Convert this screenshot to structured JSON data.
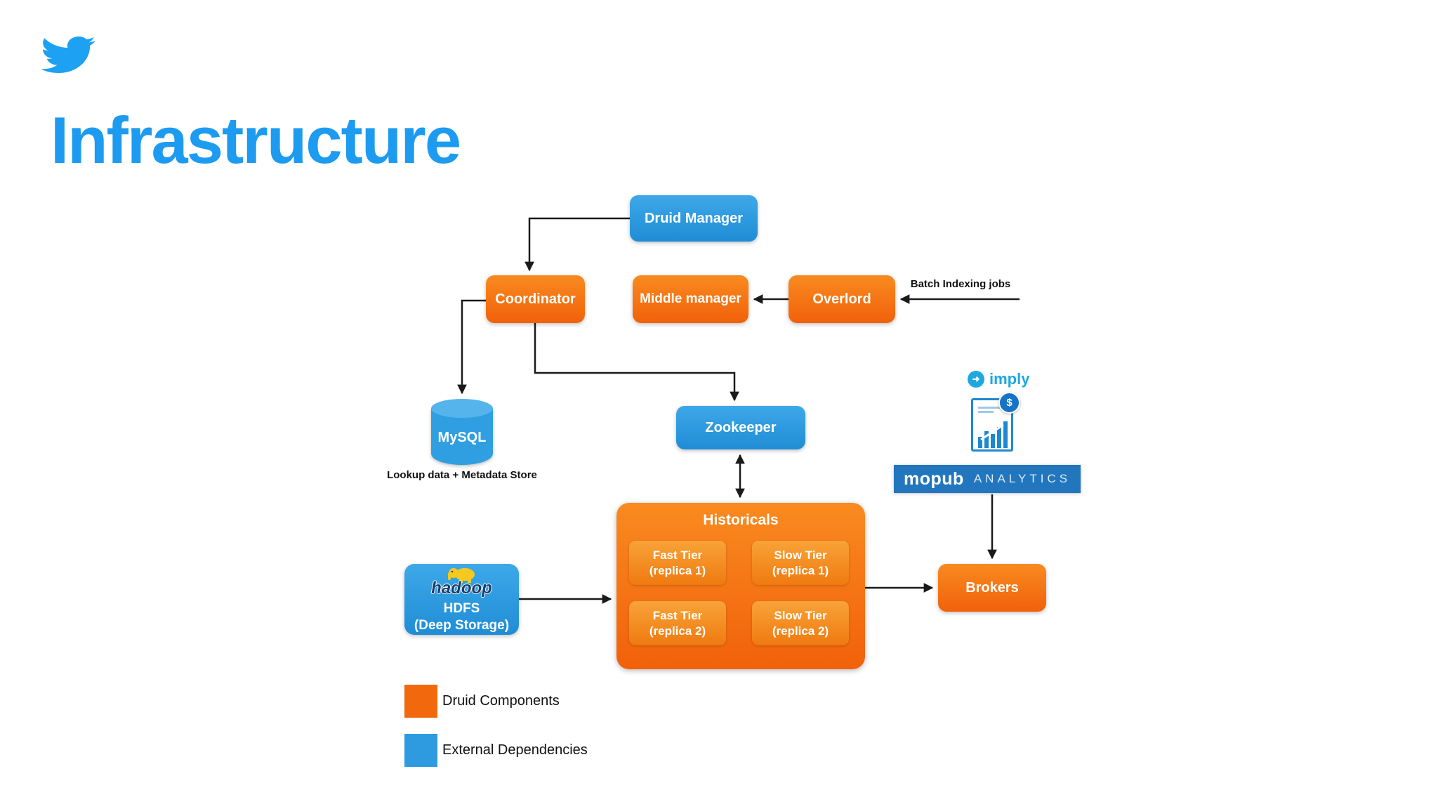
{
  "slide": {
    "title": "Infrastructure"
  },
  "nodes": {
    "druid_manager": {
      "label": "Druid Manager"
    },
    "coordinator": {
      "label": "Coordinator"
    },
    "middle_manager": {
      "label": "Middle manager"
    },
    "overlord": {
      "label": "Overlord"
    },
    "mysql": {
      "label": "MySQL",
      "caption": "Lookup data + Metadata Store"
    },
    "zookeeper": {
      "label": "Zookeeper"
    },
    "historicals": {
      "label": "Historicals",
      "tiers": [
        {
          "line1": "Fast Tier",
          "line2": "(replica 1)"
        },
        {
          "line1": "Slow Tier",
          "line2": "(replica 1)"
        },
        {
          "line1": "Fast Tier",
          "line2": "(replica 2)"
        },
        {
          "line1": "Slow Tier",
          "line2": "(replica 2)"
        }
      ]
    },
    "hdfs": {
      "logo": "hadoop",
      "line1": "HDFS",
      "line2": "(Deep Storage)"
    },
    "brokers": {
      "label": "Brokers"
    }
  },
  "annotations": {
    "batch_indexing": "Batch Indexing jobs"
  },
  "logos": {
    "imply": "imply",
    "mopub": "mopub",
    "mopub_suffix": "ANALYTICS",
    "coin_symbol": "$"
  },
  "legend": [
    {
      "label": "Druid Components",
      "color": "#F2690D"
    },
    {
      "label": "External Dependencies",
      "color": "#2E9BE0"
    }
  ],
  "colors": {
    "druid_component_orange": "#F2690D",
    "external_dependency_blue": "#2E9BE0",
    "title_blue": "#1D9BF0",
    "twitter_blue": "#1DA1F2",
    "arrow_black": "#1A1A1A"
  }
}
